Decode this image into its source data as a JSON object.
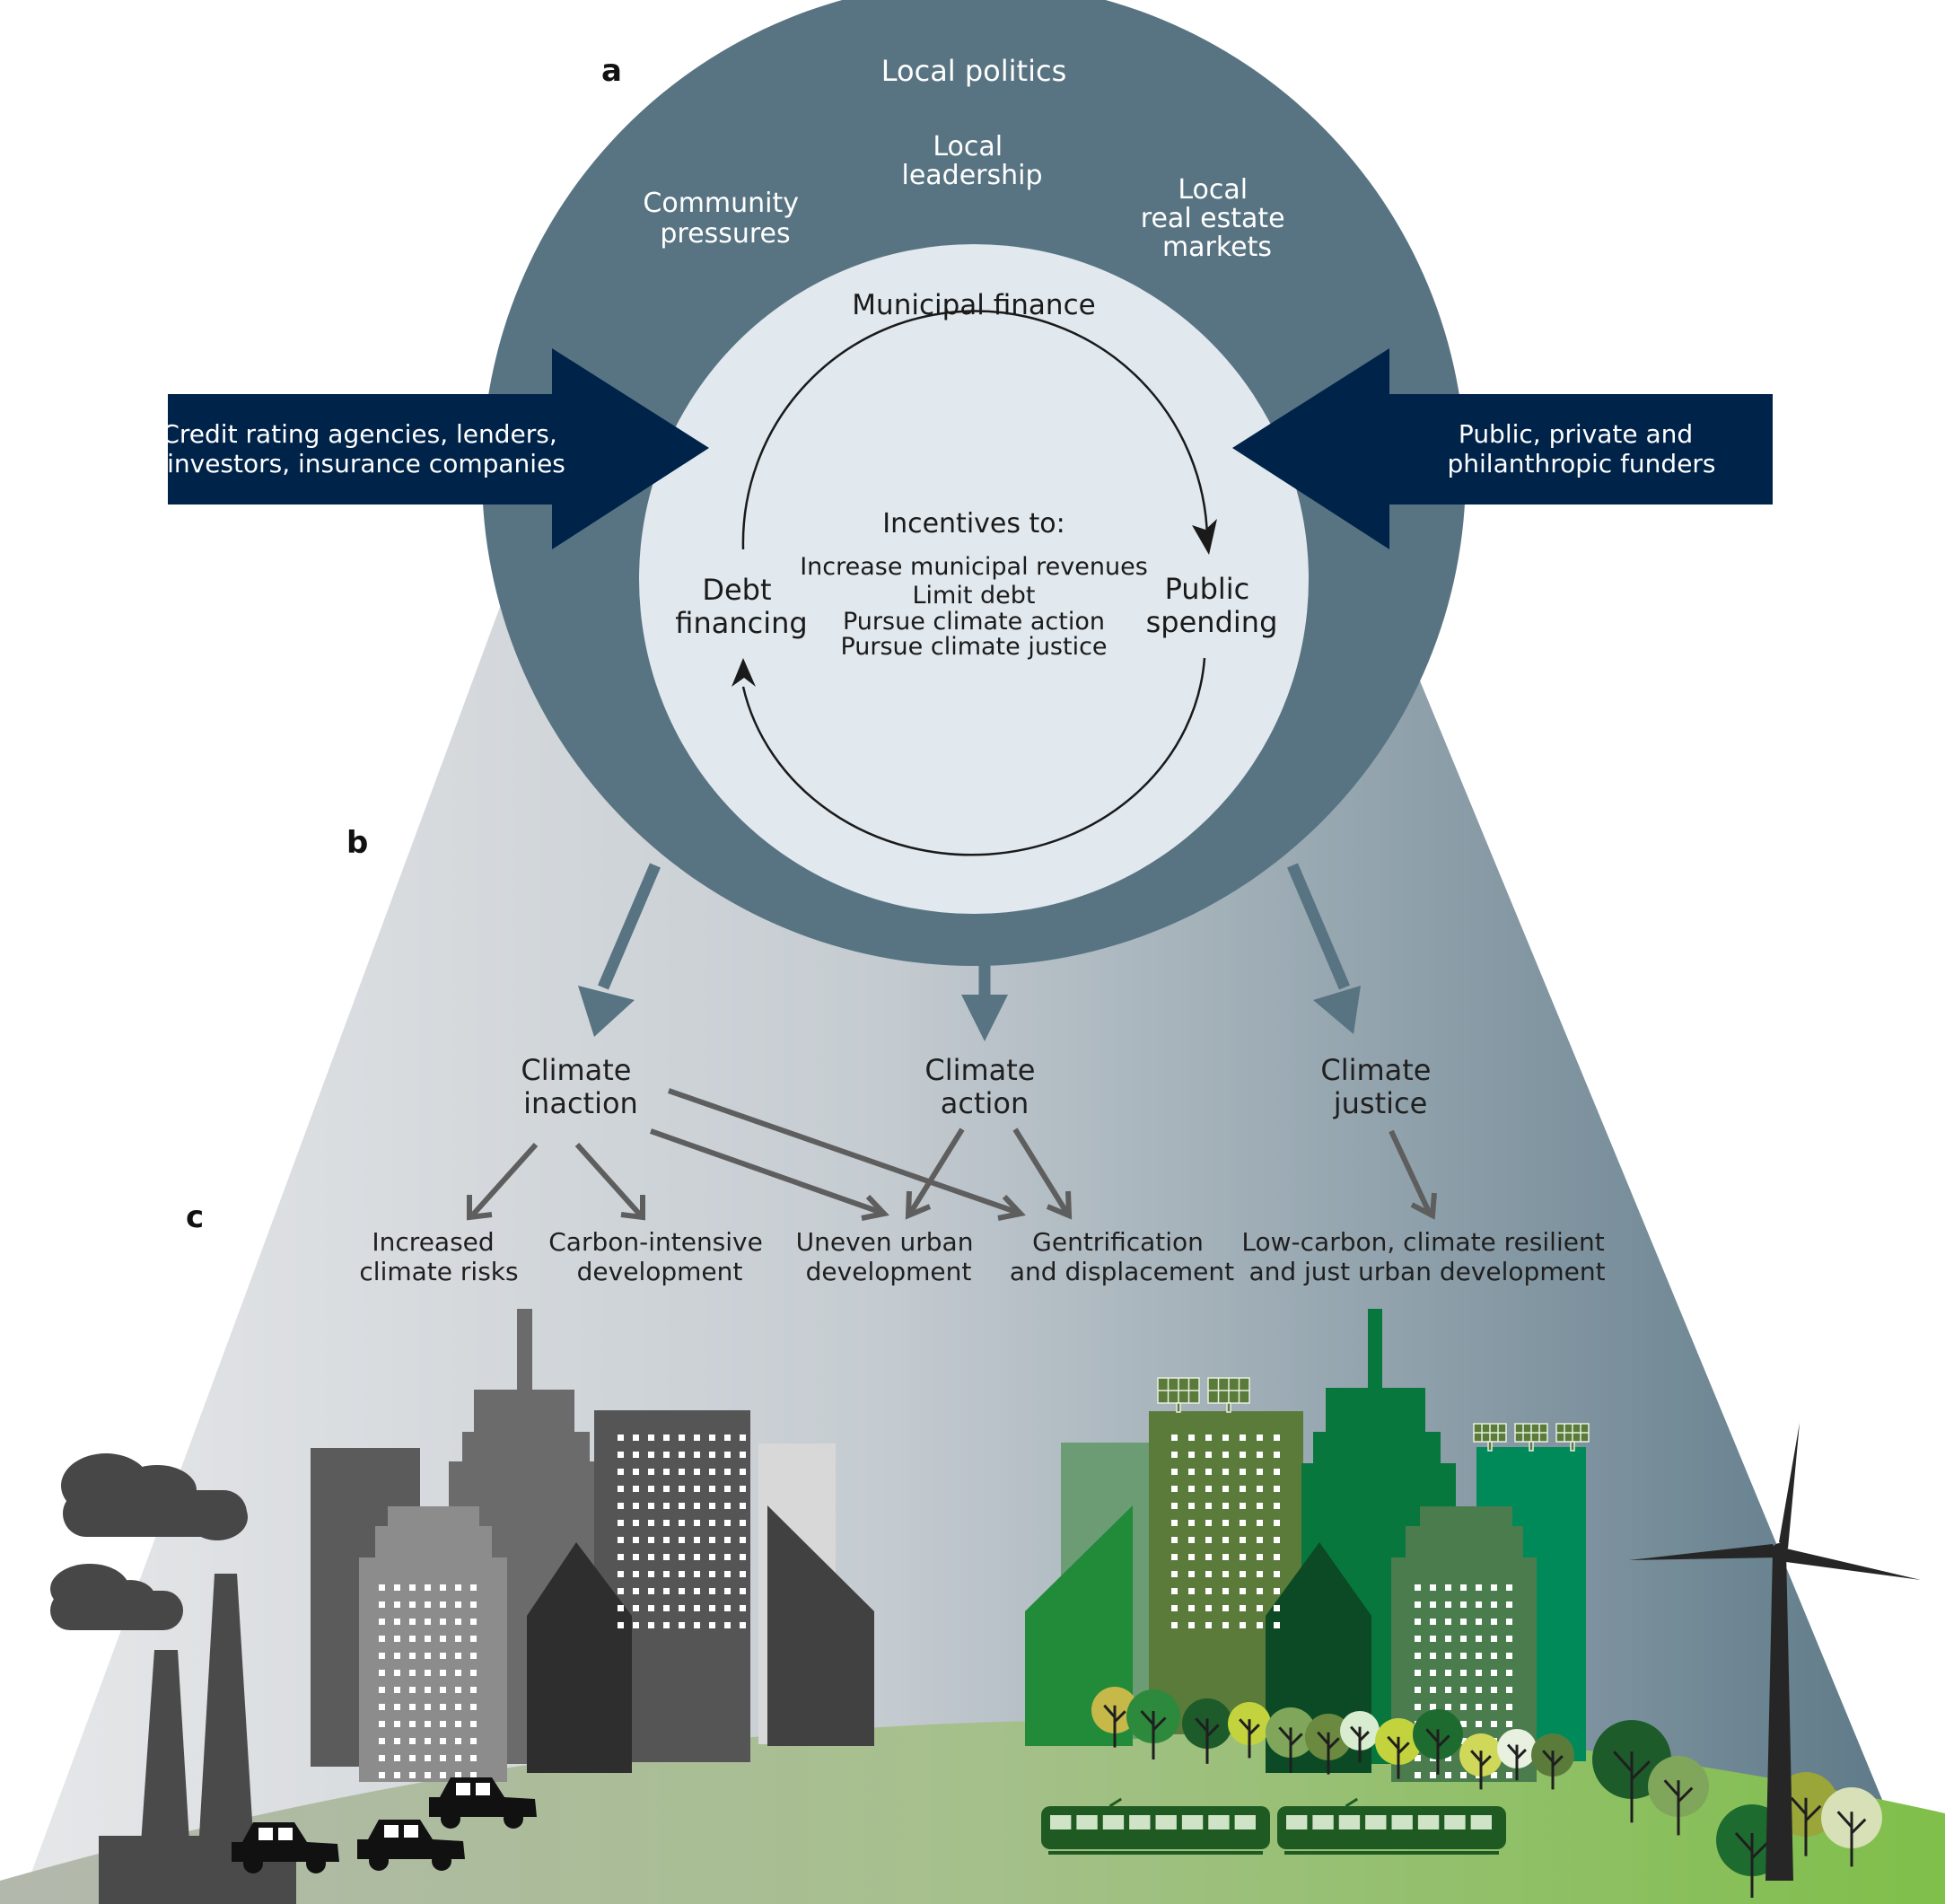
{
  "panel_labels": {
    "a": "a",
    "b": "b",
    "c": "c"
  },
  "outer_ring": {
    "title": "Local politics",
    "items": [
      [
        "Community",
        "pressures"
      ],
      [
        "Local",
        "leadership"
      ],
      [
        "Local",
        "real estate",
        "markets"
      ]
    ]
  },
  "inner_circle": {
    "title": "Municipal finance",
    "left_node": [
      "Debt",
      "financing"
    ],
    "right_node": [
      "Public",
      "spending"
    ],
    "incentives_heading": "Incentives to:",
    "incentives": [
      "Increase municipal revenues",
      "Limit debt",
      "Pursue climate action",
      "Pursue climate justice"
    ]
  },
  "external_arrows": {
    "left": [
      "Credit rating agencies, lenders,",
      "investors, insurance companies"
    ],
    "right": [
      "Public, private and",
      "philanthropic funders"
    ]
  },
  "outcomes": [
    [
      "Climate",
      "inaction"
    ],
    [
      "Climate",
      "action"
    ],
    [
      "Climate",
      "justice"
    ]
  ],
  "consequences": [
    [
      "Increased",
      "climate risks"
    ],
    [
      "Carbon-intensive",
      "development"
    ],
    [
      "Uneven urban",
      "development"
    ],
    [
      "Gentrification",
      "and displacement"
    ],
    [
      "Low-carbon, climate resilient",
      "and just urban development"
    ]
  ],
  "colors": {
    "outer_ring": "#587482",
    "inner_circle": "#e1e8ee",
    "external_arrow": "#00234a",
    "flow_arrow": "#587482",
    "consequence_arrow": "#5e5e5e",
    "ground": "#9fc06f"
  },
  "icons": [
    "factory-chimney-icon",
    "smoke-cloud-icon",
    "car-icon",
    "tram-icon",
    "tree-icon",
    "wind-turbine-icon",
    "solar-panel-icon"
  ]
}
